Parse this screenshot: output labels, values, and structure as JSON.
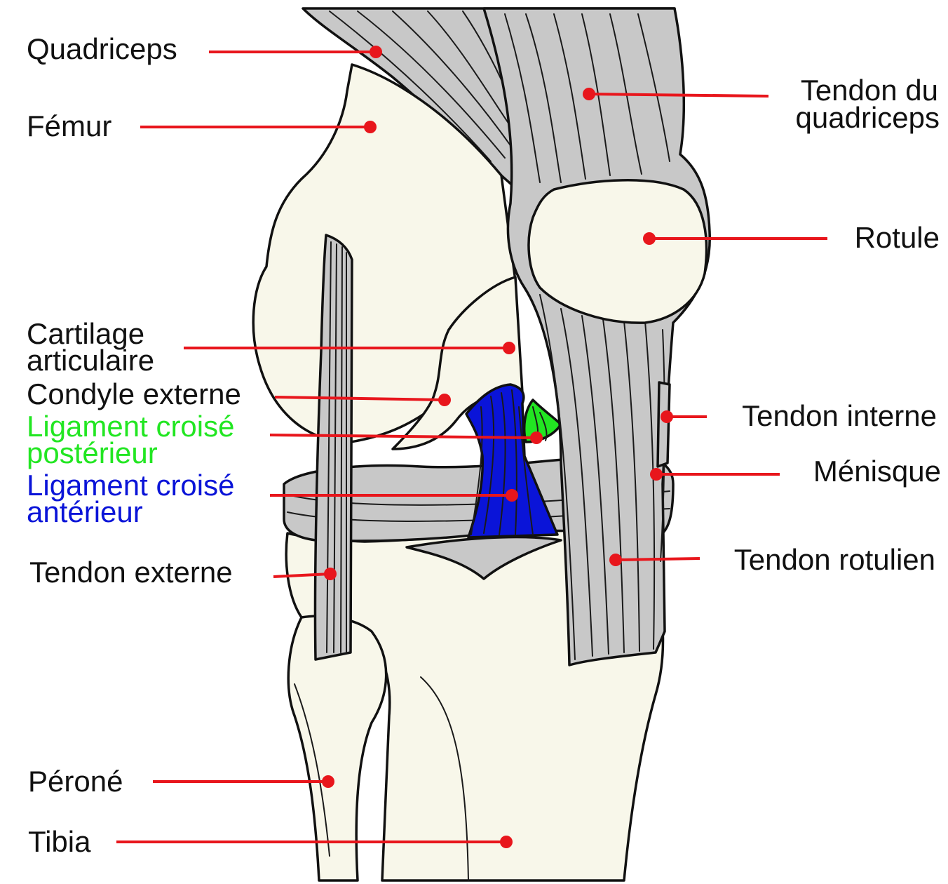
{
  "colors": {
    "bone": "#f8f7ea",
    "soft_tissue": "#c8c8c8",
    "leader": "#e8161c",
    "text_default": "#111111",
    "posterior_ligament": "#22e622",
    "anterior_ligament": "#0a14d8"
  },
  "labels": {
    "quadriceps": "Quadriceps",
    "femur": "Fémur",
    "cartilage_line1": "Cartilage",
    "cartilage_line2": "articulaire",
    "condyle": "Condyle externe",
    "lcp_line1": "Ligament croisé",
    "lcp_line2": "postérieur",
    "lca_line1": "Ligament croisé",
    "lca_line2": "antérieur",
    "tendon_externe": "Tendon externe",
    "perone": "Péroné",
    "tibia": "Tibia",
    "tendon_quadriceps_line1": "Tendon du",
    "tendon_quadriceps_line2": "quadriceps",
    "rotule": "Rotule",
    "tendon_interne": "Tendon interne",
    "menisque": "Ménisque",
    "tendon_rotulien": "Tendon rotulien"
  }
}
